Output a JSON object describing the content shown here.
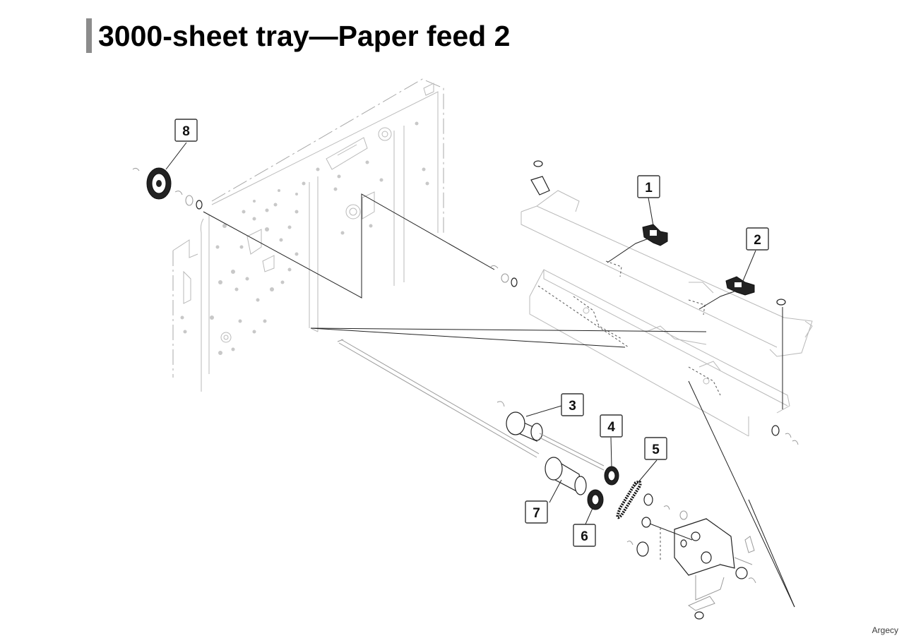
{
  "page": {
    "title": "3000-sheet tray—Paper feed 2",
    "credit": "Argecy"
  },
  "callouts": [
    {
      "number": "1"
    },
    {
      "number": "2"
    },
    {
      "number": "3"
    },
    {
      "number": "4"
    },
    {
      "number": "5"
    },
    {
      "number": "6"
    },
    {
      "number": "7"
    },
    {
      "number": "8"
    }
  ],
  "colors": {
    "title_accent": "#8c8c8c",
    "line_art": "#b9b9b9",
    "part_outline": "#222222"
  }
}
